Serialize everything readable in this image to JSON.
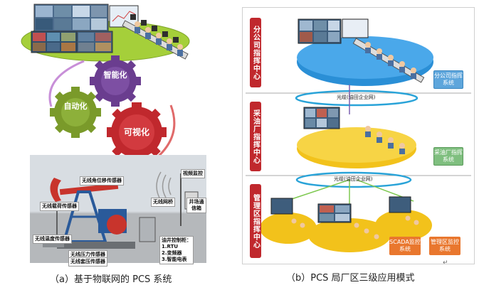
{
  "panel_a": {
    "caption": "（a）基于物联网的 PCS 系统",
    "gears": [
      {
        "label": "智能化",
        "color": "#6a3d8f"
      },
      {
        "label": "自动化",
        "color": "#7a9a2a"
      },
      {
        "label": "可视化",
        "color": "#c0282d"
      }
    ],
    "field_labels": {
      "angle_sensor": "无线角位移传感器",
      "video": "视频监控",
      "load_sensor": "无线载荷传感器",
      "bridge": "无线网桥",
      "comm_box": "井场通信箱",
      "temp_sensor": "无线温度传感器",
      "pressure_sensor": "无线压力传感器",
      "casing_sensor": "无线套压传感器",
      "controller_title": "油井控制柜：",
      "controller_items": [
        "1.RTU",
        "2.变频器",
        "3.智能电表"
      ]
    }
  },
  "panel_b": {
    "caption": "（b）PCS 局厂区三级应用模式",
    "return_mark": "↵",
    "tiers": [
      {
        "title": "分公司指挥中心",
        "system": "分公司指挥系统",
        "color": "#c0282d"
      },
      {
        "title": "采油厂指挥中心",
        "system": "采油厂指挥系统",
        "color": "#c0282d"
      },
      {
        "title": "管理区指挥中心",
        "system_left": "SCADA监控系统",
        "system_right": "管理区监控系统",
        "color": "#c0282d"
      }
    ],
    "network_labels": [
      "光缆(油田企业网)",
      "光缆(油田企业网)"
    ],
    "colors": {
      "blue_oval": "#2a8fd6",
      "yellow_oval": "#f2c21b",
      "orange_box": "#e9772e",
      "green_box": "#7fbf7f"
    }
  }
}
